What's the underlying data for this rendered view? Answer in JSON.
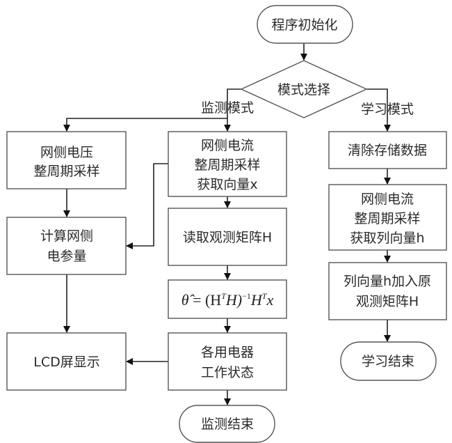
{
  "diagram": {
    "type": "flowchart",
    "nodes": {
      "start": {
        "kind": "terminal",
        "lines": [
          "程序初始化"
        ]
      },
      "mode_select": {
        "kind": "decision",
        "lines": [
          "模式选择"
        ]
      },
      "voltage_sampling": {
        "kind": "process",
        "lines": [
          "网侧电压",
          "整周期采样"
        ]
      },
      "current_sampling_x": {
        "kind": "process",
        "lines": [
          "网侧电流",
          "整周期采样",
          "获取向量x"
        ]
      },
      "compute_params": {
        "kind": "process",
        "lines": [
          "计算网侧",
          "电参量"
        ]
      },
      "read_matrix": {
        "kind": "process",
        "lines": [
          "读取观测矩阵H"
        ]
      },
      "estimate": {
        "kind": "process",
        "formula": {
          "lhs": "θ̂",
          "eq": " = (H",
          "sup1": "T",
          "mid": "H)",
          "sup2": "−1",
          "rest": "H",
          "sup3": "T",
          "end": "x"
        }
      },
      "lcd_display": {
        "kind": "process",
        "lines": [
          "LCD屏显示"
        ]
      },
      "appliance_state": {
        "kind": "process",
        "lines": [
          "各用电器",
          "工作状态"
        ]
      },
      "monitor_end": {
        "kind": "terminal",
        "lines": [
          "监测结束"
        ]
      },
      "clear_data": {
        "kind": "process",
        "lines": [
          "清除存储数据"
        ]
      },
      "current_sampling_h": {
        "kind": "process",
        "lines": [
          "网侧电流",
          "整周期采样",
          "获取列向量h"
        ]
      },
      "append_h": {
        "kind": "process",
        "lines": [
          "列向量h加入原",
          "观测矩阵H"
        ]
      },
      "learn_end": {
        "kind": "terminal",
        "lines": [
          "学习结束"
        ]
      }
    },
    "edge_labels": {
      "monitor_mode": "监测模式",
      "learn_mode": "学习模式"
    },
    "edges": [
      [
        "start",
        "mode_select"
      ],
      [
        "mode_select",
        "voltage_sampling",
        "监测模式"
      ],
      [
        "mode_select",
        "current_sampling_x",
        "监测模式"
      ],
      [
        "mode_select",
        "clear_data",
        "学习模式"
      ],
      [
        "voltage_sampling",
        "compute_params"
      ],
      [
        "current_sampling_x",
        "compute_params"
      ],
      [
        "current_sampling_x",
        "read_matrix"
      ],
      [
        "read_matrix",
        "estimate"
      ],
      [
        "estimate",
        "appliance_state"
      ],
      [
        "compute_params",
        "lcd_display"
      ],
      [
        "appliance_state",
        "lcd_display"
      ],
      [
        "appliance_state",
        "monitor_end"
      ],
      [
        "clear_data",
        "current_sampling_h"
      ],
      [
        "current_sampling_h",
        "append_h"
      ],
      [
        "append_h",
        "learn_end"
      ]
    ]
  }
}
